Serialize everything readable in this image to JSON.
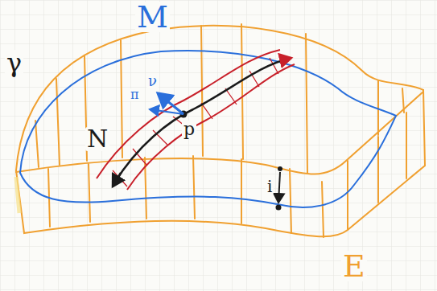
{
  "diagram": {
    "labels": [
      "γ",
      "M",
      "π",
      "ν",
      "N",
      "p",
      "i",
      "E"
    ]
  }
}
